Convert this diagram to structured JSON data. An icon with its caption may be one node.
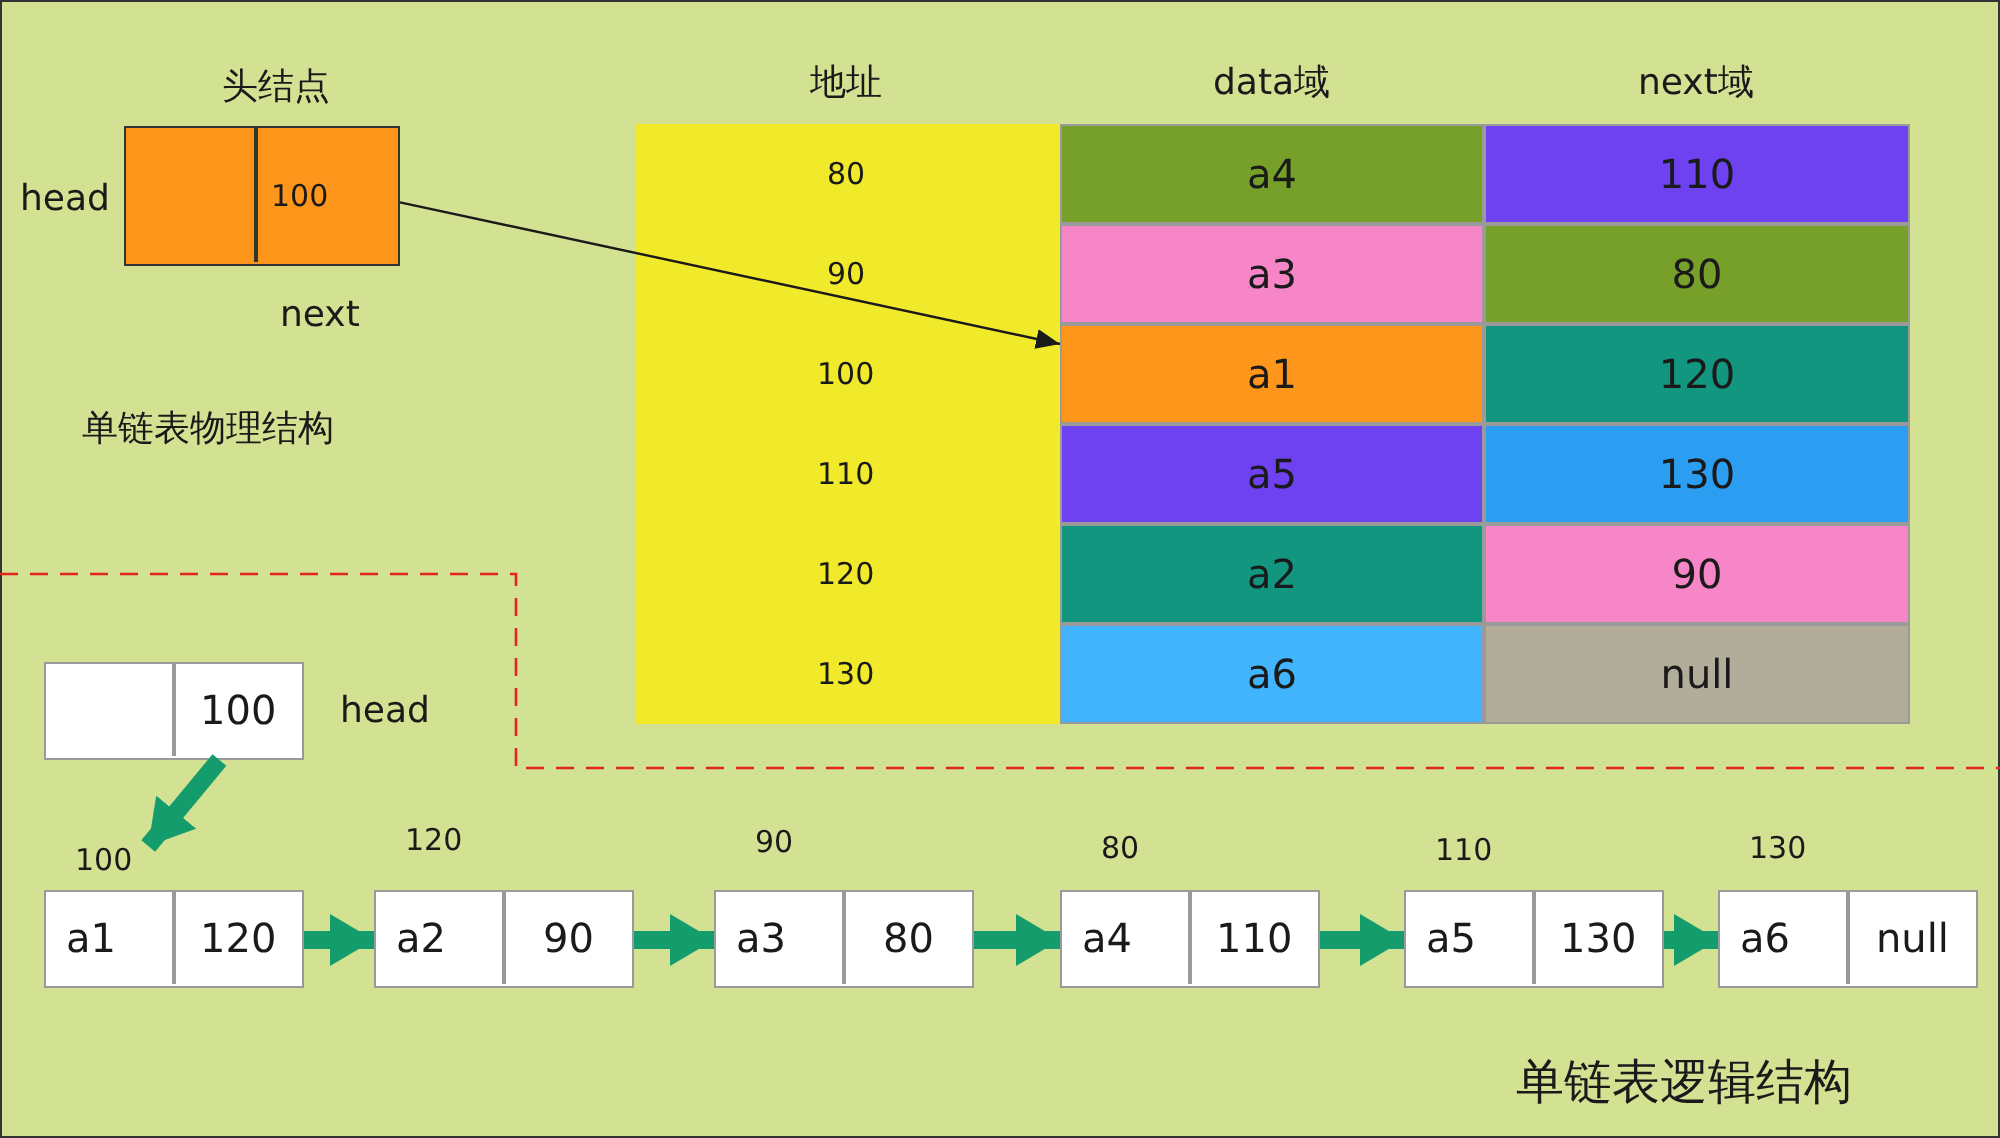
{
  "diagram": {
    "nodes": [
      {
        "text": [
          "头结点",
          "100"
        ],
        "beside": [
          "head",
          "next"
        ]
      },
      {
        "text": [
          "a4"
        ]
      },
      {
        "text": [
          "110"
        ]
      },
      {
        "text": [
          "a3"
        ]
      },
      {
        "text": [
          "80"
        ]
      },
      {
        "text": [
          "a1"
        ]
      },
      {
        "text": [
          "120"
        ]
      },
      {
        "text": [
          "a5"
        ]
      },
      {
        "text": [
          "130"
        ]
      },
      {
        "text": [
          "a2"
        ]
      },
      {
        "text": [
          "90"
        ]
      },
      {
        "text": [
          "a6"
        ]
      },
      {
        "text": [
          "null"
        ]
      },
      {
        "text": [
          "100"
        ],
        "beside": [
          "head"
        ]
      },
      {
        "text": [
          "a1",
          "120"
        ],
        "beside": [
          "100"
        ]
      },
      {
        "text": [
          "a2",
          "90"
        ],
        "beside": [
          "120"
        ]
      },
      {
        "text": [
          "a3",
          "80"
        ],
        "beside": [
          "90"
        ]
      },
      {
        "text": [
          "a4",
          "110"
        ],
        "beside": [
          "80"
        ]
      },
      {
        "text": [
          "a5",
          "130"
        ],
        "beside": [
          "110"
        ]
      },
      {
        "text": [
          "a6",
          "null"
        ],
        "beside": [
          "130"
        ]
      }
    ],
    "edges": [
      {
        "from": 0,
        "to": 5,
        "arrow": "to",
        "color": "#1a1a1a"
      },
      {
        "from": 13,
        "to": 14,
        "arrow": "to"
      },
      {
        "from": 14,
        "to": 15,
        "arrow": "to"
      },
      {
        "from": 15,
        "to": 16,
        "arrow": "to"
      },
      {
        "from": 16,
        "to": 17,
        "arrow": "to"
      },
      {
        "from": 17,
        "to": 18,
        "arrow": "to"
      },
      {
        "from": 18,
        "to": 19,
        "arrow": "to"
      }
    ],
    "labels": [
      "地址",
      "data域",
      "next域",
      "80",
      "90",
      "100",
      "110",
      "120",
      "130",
      "单链表物理结构",
      "单链表逻辑结构"
    ]
  }
}
